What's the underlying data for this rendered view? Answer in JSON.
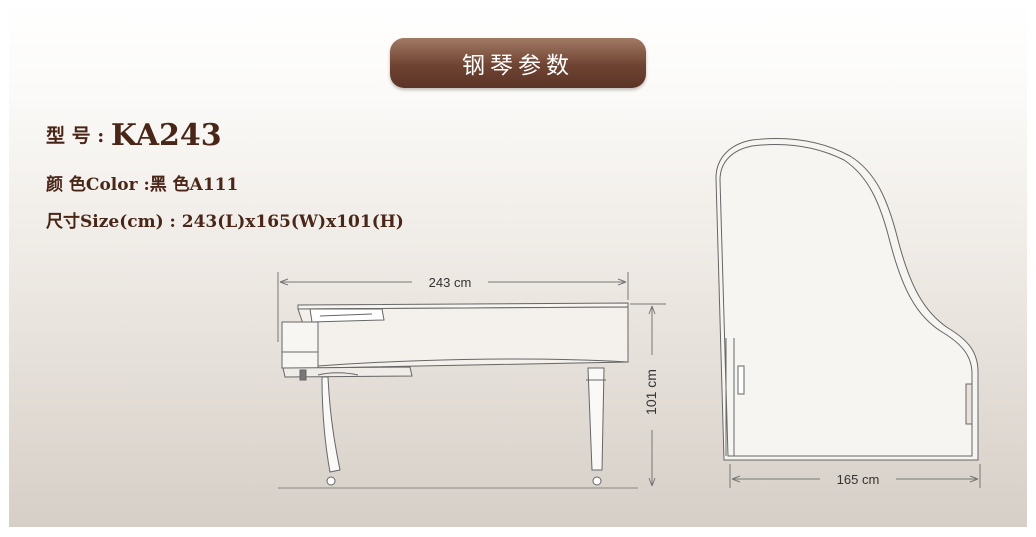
{
  "header": {
    "title": "钢琴参数"
  },
  "specs": {
    "model_label": "型 号 : ",
    "model_value": "KA243",
    "color_line": "颜 色Color :黑 色A111",
    "size_line": "尺寸Size(cm) : 243(L)x165(W)x101(H)"
  },
  "dimensions": {
    "length": "243 cm",
    "height": "101 cm",
    "width": "165 cm"
  },
  "colors": {
    "badge": "#6f4332",
    "text": "#4a2618",
    "line": "#666666"
  },
  "icons": {
    "side_view": "grand-piano-side-view-icon",
    "top_view": "grand-piano-top-view-icon"
  }
}
